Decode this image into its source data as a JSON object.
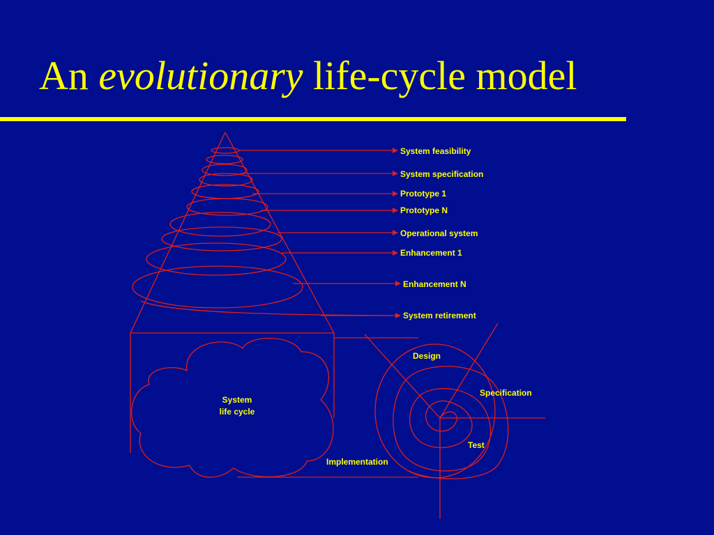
{
  "title": {
    "prefix": "An",
    "emphasis": "evolutionary",
    "suffix": "life-cycle model"
  },
  "stages": [
    "System feasibility",
    "System specification",
    "Prototype 1",
    "Prototype N",
    "Operational system",
    "Enhancement 1",
    "Enhancement N",
    "System retirement"
  ],
  "cloud": {
    "line1": "System",
    "line2": "life cycle"
  },
  "spiral_labels": {
    "design": "Design",
    "specification": "Specification",
    "test": "Test",
    "implementation": "Implementation"
  },
  "colors": {
    "background": "#000e8f",
    "title_text": "#ffff00",
    "label_text": "#ffff00",
    "line": "#e0201a"
  }
}
